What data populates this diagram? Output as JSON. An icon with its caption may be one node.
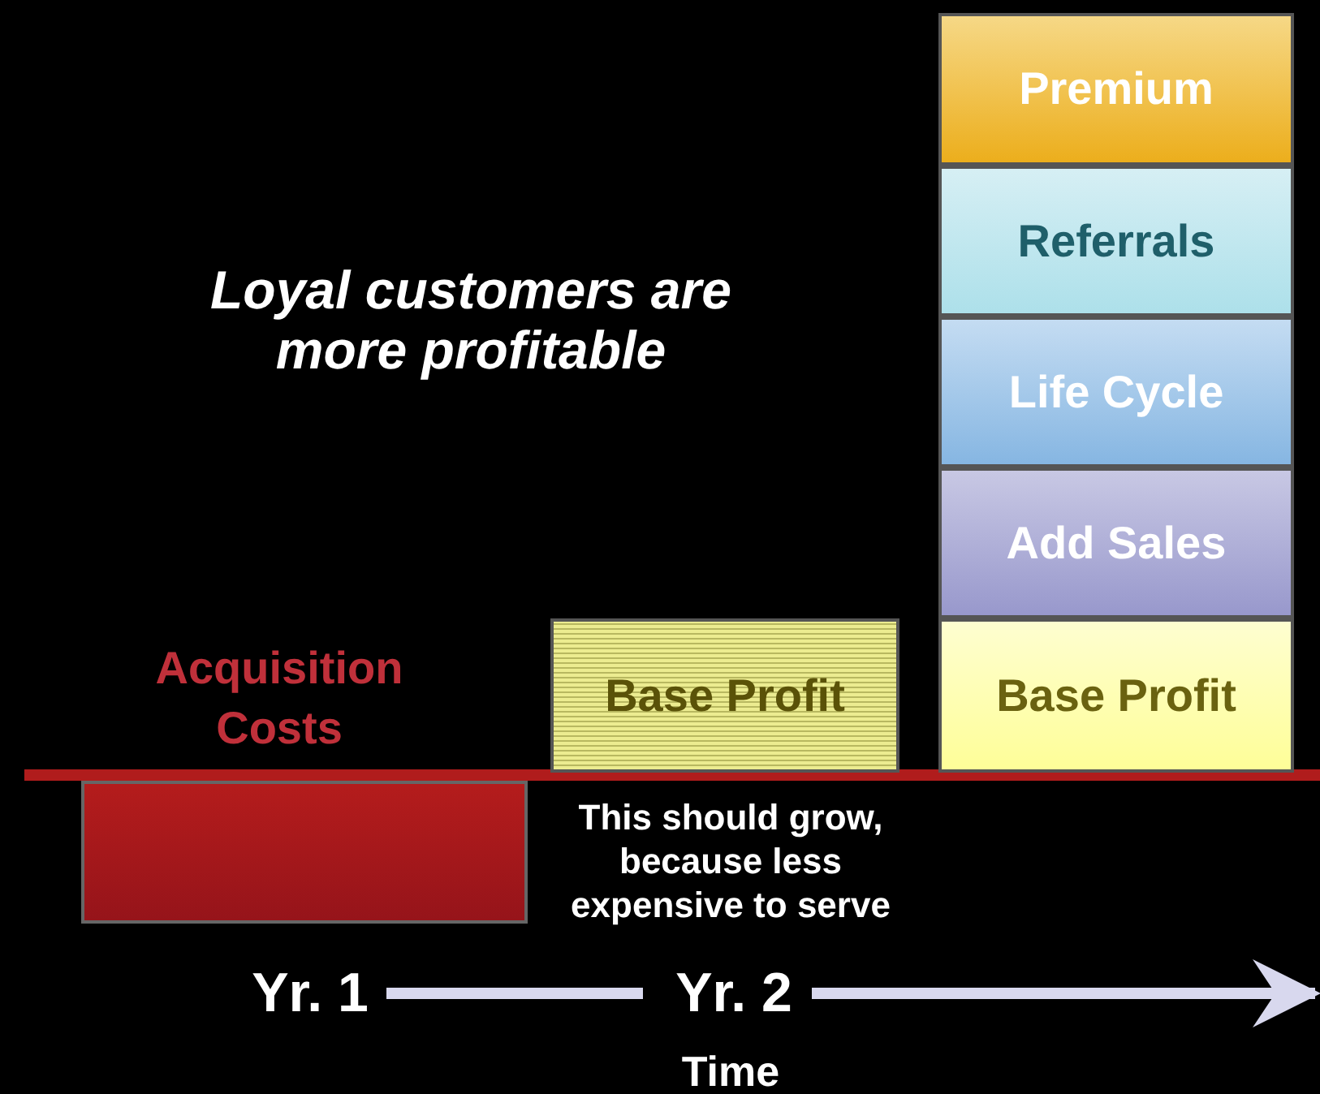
{
  "diagram": {
    "title": "Loyal customers are more profitable",
    "nodes": [
      {
        "text": [
          "Acquisition Costs"
        ]
      },
      {
        "text": [
          "Base Profit"
        ]
      },
      {
        "text": [
          "Premium"
        ]
      },
      {
        "text": [
          "Referrals"
        ]
      },
      {
        "text": [
          "Life Cycle"
        ]
      },
      {
        "text": [
          "Add Sales"
        ]
      },
      {
        "text": [
          "Base Profit"
        ]
      },
      {
        "text": [
          "Yr. 1"
        ]
      },
      {
        "text": [
          "Yr. 2"
        ]
      }
    ],
    "edges": [
      {
        "from": 7,
        "to": 8,
        "arrow": "none"
      },
      {
        "from": 8,
        "to": null,
        "arrow": "to"
      }
    ],
    "labels": [
      "This should grow, because less expensive to serve",
      "Time"
    ]
  }
}
